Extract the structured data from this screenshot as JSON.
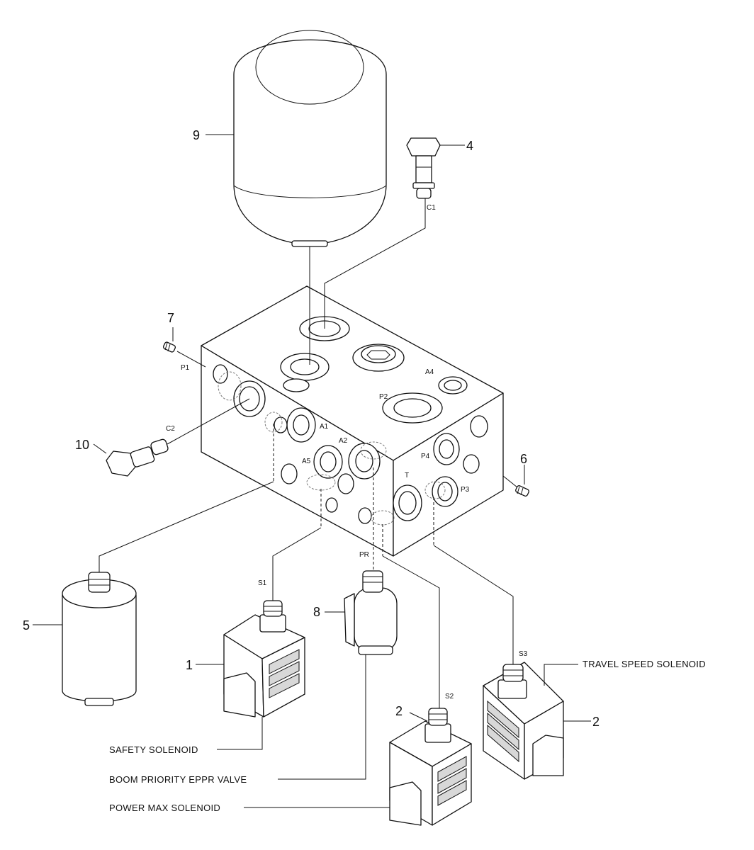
{
  "parts": {
    "p1": "1",
    "p2a": "2",
    "p2b": "2",
    "p4": "4",
    "p5": "5",
    "p6": "6",
    "p7": "7",
    "p8": "8",
    "p9": "9",
    "p10": "10"
  },
  "ports": {
    "C1": "C1",
    "C2": "C2",
    "P1": "P1",
    "P2": "P2",
    "P3": "P3",
    "P4": "P4",
    "A1": "A1",
    "A2": "A2",
    "A4": "A4",
    "A5": "A5",
    "T": "T",
    "PR": "PR",
    "S1": "S1",
    "S2": "S2",
    "S3": "S3"
  },
  "captions": {
    "travel": "TRAVEL SPEED SOLENOID",
    "safety": "SAFETY SOLENOID",
    "boom": "BOOM PRIORITY EPPR VALVE",
    "power": "POWER MAX SOLENOID"
  }
}
